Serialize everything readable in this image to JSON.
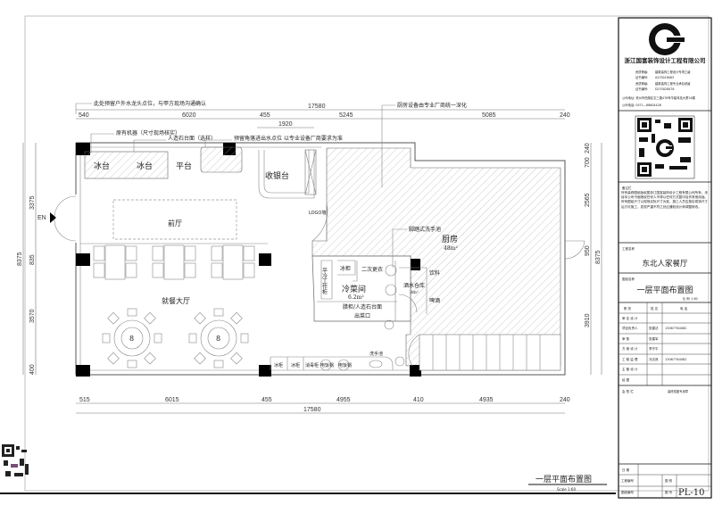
{
  "drawing": {
    "title": "一层平面布置图",
    "scale": "Scale 1:60",
    "entry": "EN",
    "notes": {
      "faucet": "此处预留户外水龙头点位，与甲方现场沟通确认",
      "kitchen_equipment": "厨房设备由专业厂商统一深化",
      "existing_machine": "原有机器（尺寸现场核实）",
      "stone_counter": "人造石台面（选样）",
      "corner_water": "预留角落进出水点位 以专业设备厂商要求为准",
      "foot_sink": "脚踏式洗手池",
      "logo_wall": "LOGO墙"
    },
    "rooms": {
      "ice1": "冰台",
      "ice2": "冰台",
      "platform": "平台",
      "cashier": "收银台",
      "lobby": "前厅",
      "dining": "就餐大厅",
      "kitchen": "厨房",
      "kitchen_area": "48m²",
      "cold_work": "平冷工作柜",
      "freezer": "冰柜",
      "changing": "二次更衣",
      "cold_room": "冷菜间",
      "cold_room_area": "6.2m²",
      "wine_store": "酒水仓库",
      "wine_area": "3m²",
      "drinks": "饮料",
      "beer": "啤酒",
      "stone_top": "腊柜/人造石台面",
      "serving": "出菜口",
      "bottom_freezer1": "冰柜",
      "bottom_freezer2": "冰柜",
      "sterilizer": "消毒柜",
      "rice1": "电饭锅",
      "rice2": "电饭锅",
      "wash": "洗手池",
      "table1": "8",
      "table2": "8"
    },
    "dims_top": {
      "total": "17580",
      "d1": "540",
      "d2": "6020",
      "d3": "455",
      "d4": "5245",
      "d5": "5085",
      "d6": "240",
      "d7": "1920"
    },
    "dims_bottom": {
      "total": "17580",
      "d1": "515",
      "d2": "6015",
      "d3": "455",
      "d4": "4955",
      "d5": "410",
      "d6": "4935",
      "d7": "240"
    },
    "dims_left": {
      "total": "8375",
      "d1": "3375",
      "d2": "835",
      "d3": "3570",
      "d4": "400"
    },
    "dims_right": {
      "total": "8375",
      "d1": "240",
      "d2": "700",
      "d3": "2565",
      "d4": "950",
      "d5": "3910"
    }
  },
  "titleblock": {
    "company": "浙江国富装饰设计工程有限公司",
    "info": [
      {
        "k": "资质等级:",
        "v": "建筑装饰工程设计专项乙级"
      },
      {
        "k": "证书编号:",
        "v": "A233018083"
      },
      {
        "k": "资质等级:",
        "v": "建筑装饰工程专业承包贰级"
      },
      {
        "k": "证书编号:",
        "v": "D233028078"
      }
    ],
    "address": "公司地址: 杭州市西湖区文三路478号华星科技大厦16楼",
    "phone": "公司电话: 0571—88804426",
    "remark_label": "备注栏",
    "remark": "所有装修图纸版权属浙江国富装饰设计工程有限公司所有，未经本公司书面授权任何人不得以任何方式复印及作其他用途。所有图纸尺寸以现场实际尺寸为准，施工人员应核实现场尺寸后方可施工，发现严重不符之处应通知设计师调整修改。",
    "project_label": "工程名称",
    "project": "东北人家餐厅",
    "drawing_label": "图纸名称",
    "drawing": "一层平面布置图",
    "ratio": "比 例: 1:60",
    "table_head": [
      "职 务",
      "姓 名",
      "电 话"
    ],
    "rows": [
      [
        "审 定 设 计",
        "",
        ""
      ],
      [
        "项目负责人",
        "张建法",
        "13067764082"
      ],
      [
        "审 核",
        "张建军",
        ""
      ],
      [
        "方 案 设 计",
        "李守平",
        ""
      ],
      [
        "工 程 监 理",
        "冯志良",
        "13067764082"
      ],
      [
        "主 管 设 计",
        "",
        ""
      ],
      [
        "绘 图",
        "",
        ""
      ]
    ],
    "sign_label": "会 签 栏",
    "stamp": "装修成图专用章",
    "date_label": "日 期",
    "project_no": "工程编号",
    "type_label": "图 别",
    "drawing_no": "图纸编号",
    "sheet_label": "图 号",
    "sheet": "PL-10"
  }
}
